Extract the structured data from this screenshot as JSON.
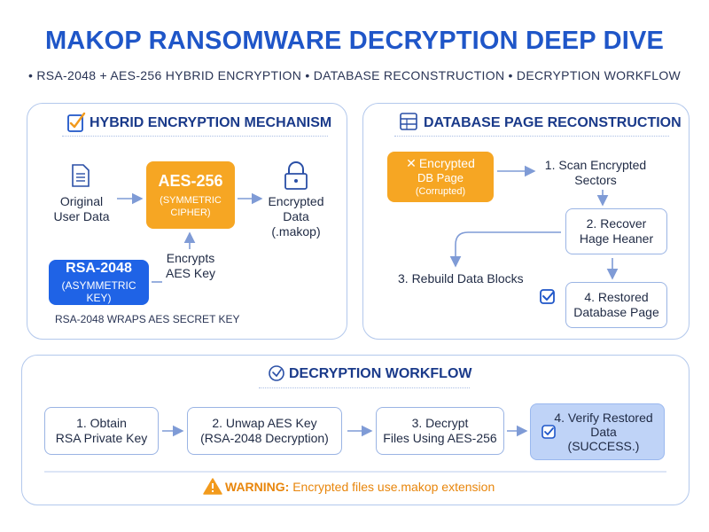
{
  "header": {
    "title": "MAKOP RANSOMWARE DECRYPTION DEEP DIVE",
    "subtitle": "• RSA-2048 + AES-256 HYBRID ENCRYPTION • DATABASE RECONSTRUCTION • DECRYPTION WORKFLOW"
  },
  "panel1": {
    "title": "HYBRID ENCRYPTION MECHANISM",
    "original_line1": "Original",
    "original_line2": "User Data",
    "aes_title": "AES-256",
    "aes_sub1": "(SYMMETRIC",
    "aes_sub2": "CIPHER)",
    "encrypted_line1": "Encrypted",
    "encrypted_line2": "Data",
    "encrypted_line3": "(.makop)",
    "encrypts_line1": "Encrypts",
    "encrypts_line2": "AES Key",
    "rsa_title": "RSA-2048",
    "rsa_sub": "(ASYMMETRIC KEY)",
    "footer": "RSA-2048 WRAPS AES SECRET KEY"
  },
  "panel2": {
    "title": "DATABASE PAGE RECONSTRUCTION",
    "encrypted_line1": "Encrypted",
    "encrypted_line2": "DB Page",
    "encrypted_line3": "(Corrupted)",
    "step1_line1": "1. Scan Encrypted",
    "step1_line2": "Sectors",
    "step2_line1": "2. Recover",
    "step2_line2": "Hage Heaner",
    "step3": "3. Rebuild Data Blocks",
    "step4_line1": "4. Restored",
    "step4_line2": "Database Page"
  },
  "panel3": {
    "title": "DECRYPTION WORKFLOW",
    "step1_line1": "1. Obtain",
    "step1_line2": "RSA Private Key",
    "step2_line1": "2. Unwap AES Key",
    "step2_line2": "(RSA-2048 Decryption)",
    "step3_line1": "3. Decrypt",
    "step3_line2": "Files Using AES-256",
    "step4_line1": "4. Verify Restored",
    "step4_line2": "Data",
    "step4_line3": "(SUCCESS.)",
    "warning_label": "WARNING:",
    "warning_text": "Encrypted files use.makop extension"
  },
  "colors": {
    "title_blue": "#1f56c8",
    "orange": "#f6a623",
    "blue": "#1f63e6",
    "warning_orange": "#e8860c",
    "panel_border": "#b3c8ec"
  },
  "icons": {
    "panel1_title": "checklist-icon",
    "original_data": "document-icon",
    "encrypted_data": "padlock-icon",
    "panel2_title": "database-table-icon",
    "encrypted_page": "x-mark-icon",
    "restored_page": "checkbox-icon",
    "panel3_title": "chevron-circle-icon",
    "verify": "checkbox-icon",
    "warning": "warning-triangle-icon"
  }
}
